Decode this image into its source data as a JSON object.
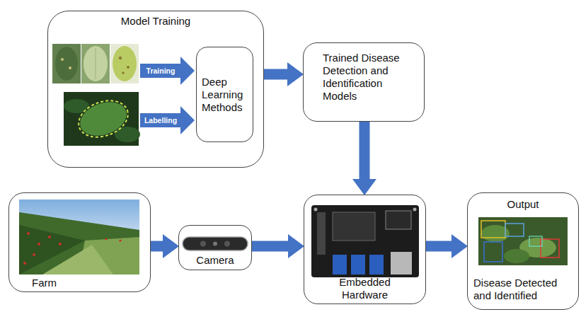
{
  "diagram": {
    "nodes": [
      {
        "text": [
          "Model Training"
        ]
      },
      {
        "text": [
          "Deep Learning Methods"
        ],
        "in": 0
      },
      {
        "text": [
          "Trained Disease Detection and Identification Models"
        ]
      },
      {
        "text": [
          "Farm"
        ]
      },
      {
        "text": [
          "Camera"
        ]
      },
      {
        "text": [
          "Embedded Hardware"
        ]
      },
      {
        "text": [
          "Output",
          "Disease Detected and Identified"
        ]
      }
    ],
    "edges": [
      {
        "from": 0,
        "to": 2,
        "arrow": "to"
      },
      {
        "from": 2,
        "to": 5,
        "arrow": "to"
      },
      {
        "from": 3,
        "to": 4,
        "arrow": "to"
      },
      {
        "from": 4,
        "to": 5,
        "arrow": "to"
      },
      {
        "from": 5,
        "to": 6,
        "arrow": "to"
      }
    ],
    "labels": [
      "Training",
      "Labelling"
    ]
  }
}
